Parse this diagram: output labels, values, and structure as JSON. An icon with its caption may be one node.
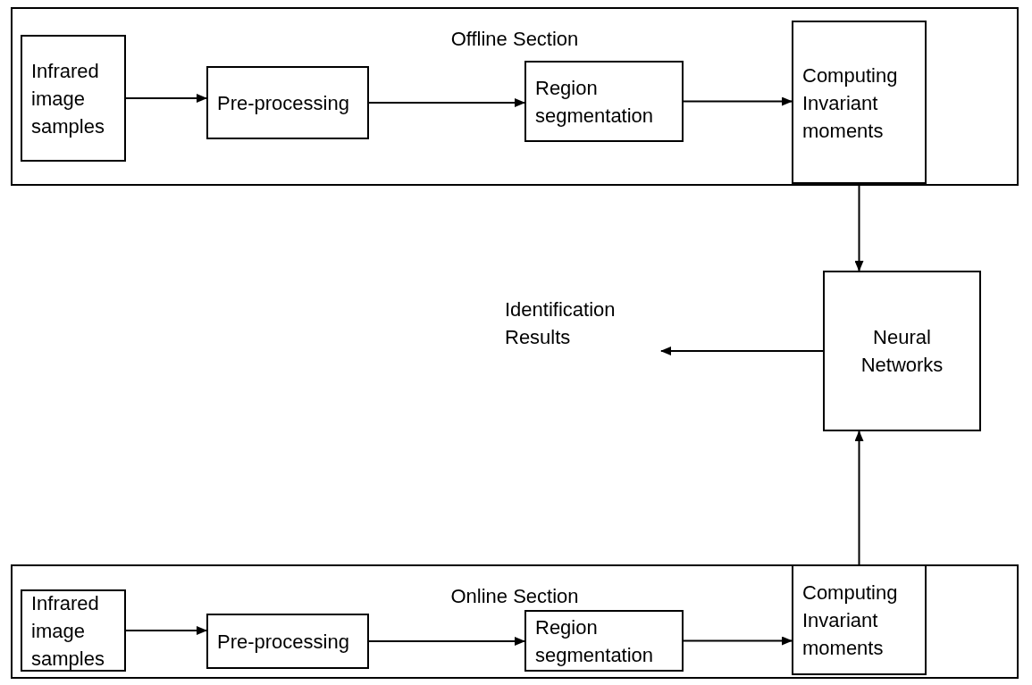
{
  "diagram": {
    "nodes": [
      {
        "text": [
          "Offline Section"
        ]
      },
      {
        "text": [
          "Infrared image samples"
        ],
        "in": 0
      },
      {
        "text": [
          "Pre-processing"
        ],
        "in": 0
      },
      {
        "text": [
          "Region segmentation"
        ],
        "in": 0
      },
      {
        "text": [
          "Computing Invariant moments"
        ],
        "in": 0
      },
      {
        "text": [
          "Neural Networks"
        ]
      },
      {
        "text": [
          "Identification Results"
        ]
      },
      {
        "text": [
          "Online Section"
        ]
      },
      {
        "text": [
          "Infrared image samples"
        ],
        "in": 7
      },
      {
        "text": [
          "Pre-processing"
        ],
        "in": 7
      },
      {
        "text": [
          "Region segmentation"
        ],
        "in": 7
      },
      {
        "text": [
          "Computing Invariant moments"
        ],
        "in": 7
      }
    ],
    "edges": [
      {
        "from": 1,
        "to": 2,
        "arrow": "to"
      },
      {
        "from": 2,
        "to": 3,
        "arrow": "to"
      },
      {
        "from": 3,
        "to": 4,
        "arrow": "to"
      },
      {
        "from": 4,
        "to": 5,
        "arrow": "to"
      },
      {
        "from": 5,
        "to": 6,
        "arrow": "to"
      },
      {
        "from": 8,
        "to": 9,
        "arrow": "to"
      },
      {
        "from": 9,
        "to": 10,
        "arrow": "to"
      },
      {
        "from": 10,
        "to": 11,
        "arrow": "to"
      },
      {
        "from": 11,
        "to": 5,
        "arrow": "to"
      }
    ]
  }
}
